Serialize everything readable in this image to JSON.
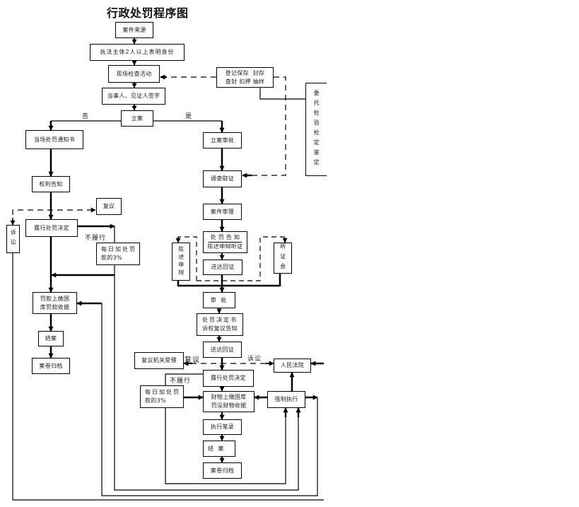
{
  "title": "行政处罚程序图",
  "flow": {
    "case_source": "案件来源",
    "identity": "执法主体2人以上表明身份",
    "inspection": "现场检查活动",
    "signature": "当事人、见证人签字",
    "filing": "立案",
    "preservation": {
      "line1": "登记保存  封存",
      "line2": "查封 扣押 抽样"
    },
    "entrust": "委托检验检定鉴定",
    "summary_notice": "当场处罚通知书",
    "rights_notice": "权利告知",
    "reconsideration": "复议",
    "lawsuit": "诉讼",
    "perform_left": "履行处罚决定",
    "daily_penalty_left": {
      "line1": "每日加处罚",
      "line2": "款的3%"
    },
    "fine_treasury": {
      "line1": "罚款上缴国",
      "line2": "库罚款收据"
    },
    "close_left": "结案",
    "archive_left": "案卷归档",
    "filing_approval": "立案审批",
    "investigation": "调查取证",
    "case_review": "案件审理",
    "penalty_notice": {
      "line1": "处 罚 告 知",
      "line2": "陈述申辩听证"
    },
    "service_receipt_1": "送达回证",
    "statement_defense": "陈述申辩",
    "hearing": "听证会",
    "approval": "审 批",
    "decision_doc": {
      "line1": "处罚决定书",
      "line2": "诉权复议告知"
    },
    "service_receipt_2": "送达回证",
    "recon_agency": "复议机关受理",
    "court": "人民法院",
    "perform_right": "履行处罚决定",
    "daily_penalty_right": {
      "line1": "每日加处罚",
      "line2": "款的3%"
    },
    "property_treasury": {
      "line1": "财物上缴国库",
      "line2": "罚没财物收据"
    },
    "enforcement": "强制执行",
    "exec_record": "执行笔录",
    "close_right": "结 案",
    "archive_right": "案卷归档"
  },
  "labels": {
    "no": "否",
    "yes": "是",
    "not_perform_left": "不履行",
    "not_perform_right": "不履行",
    "reconsider": "复议",
    "litigate": "诉讼"
  }
}
